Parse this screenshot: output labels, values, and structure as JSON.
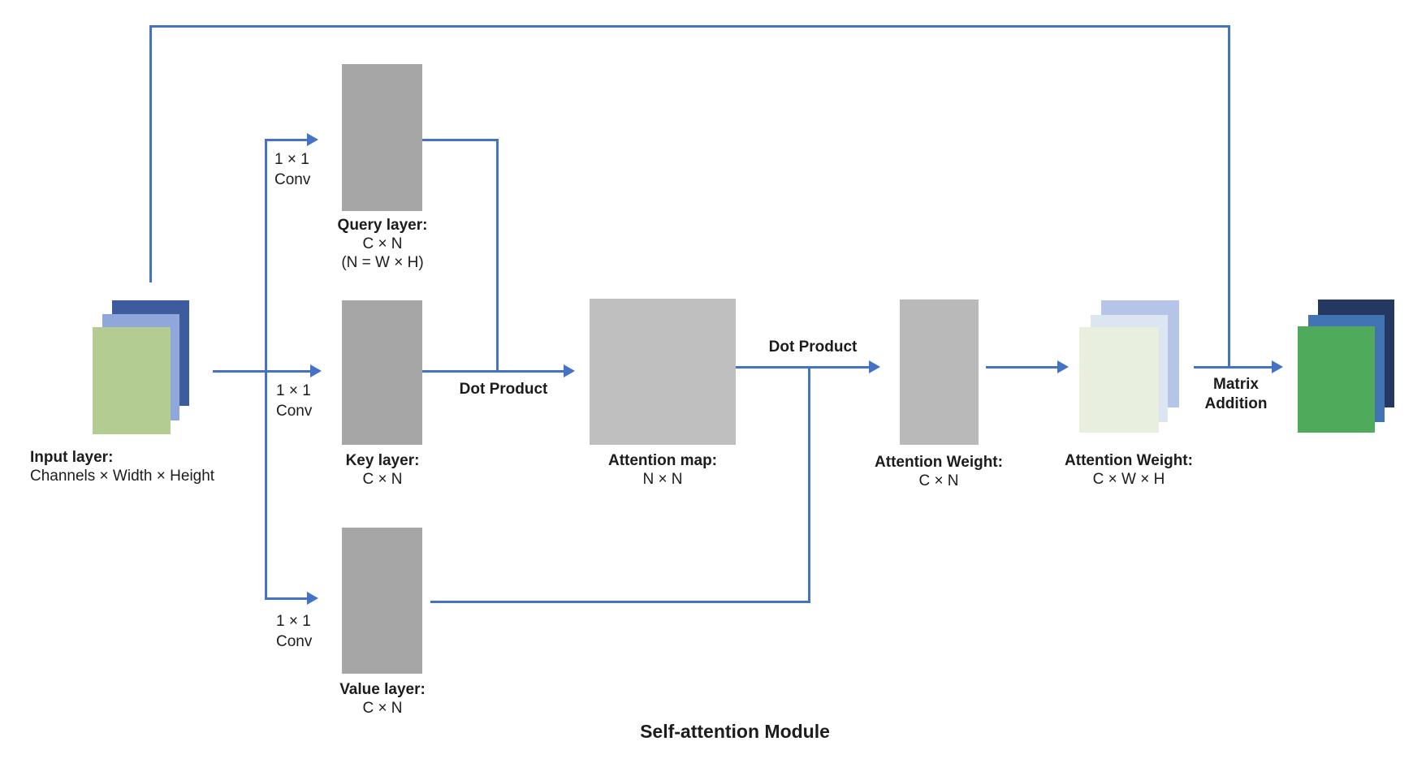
{
  "title": "Self-attention Module",
  "colors": {
    "line": "#4472c4",
    "qkv_gray": "#a6a6a6",
    "attention_map_gray": "#bfbfbf",
    "attention_weight_gray": "#b9b9b9",
    "input_back": "#3d5c9e",
    "input_mid": "#8fa7db",
    "input_front": "#b2cc92",
    "aw_stack_back": "#b5c4e7",
    "aw_stack_mid": "#dce6f2",
    "aw_stack_front": "#e9efde",
    "output_back": "#253861",
    "output_mid": "#4274b4",
    "output_front": "#4fab5b",
    "text": "#1c1c1c"
  },
  "nodes": {
    "input": {
      "name": "Input layer:",
      "dim": "Channels × Width × Height"
    },
    "query": {
      "name": "Query layer:",
      "dim": "C × N",
      "note": "(N = W × H)"
    },
    "key": {
      "name": "Key layer:",
      "dim": "C × N"
    },
    "value": {
      "name": "Value layer:",
      "dim": "C × N"
    },
    "map": {
      "name": "Attention map:",
      "dim": "N × N"
    },
    "aw1": {
      "name": "Attention Weight:",
      "dim": "C × N"
    },
    "aw2": {
      "name": "Attention Weight:",
      "dim": "C × W × H"
    }
  },
  "ops": {
    "conv_query": {
      "l1": "1 × 1",
      "l2": "Conv"
    },
    "conv_key": {
      "l1": "1 × 1",
      "l2": "Conv"
    },
    "conv_value": {
      "l1": "1 × 1",
      "l2": "Conv"
    },
    "dot1": "Dot Product",
    "dot2": "Dot Product",
    "matrix": {
      "l1": "Matrix",
      "l2": "Addition"
    }
  }
}
